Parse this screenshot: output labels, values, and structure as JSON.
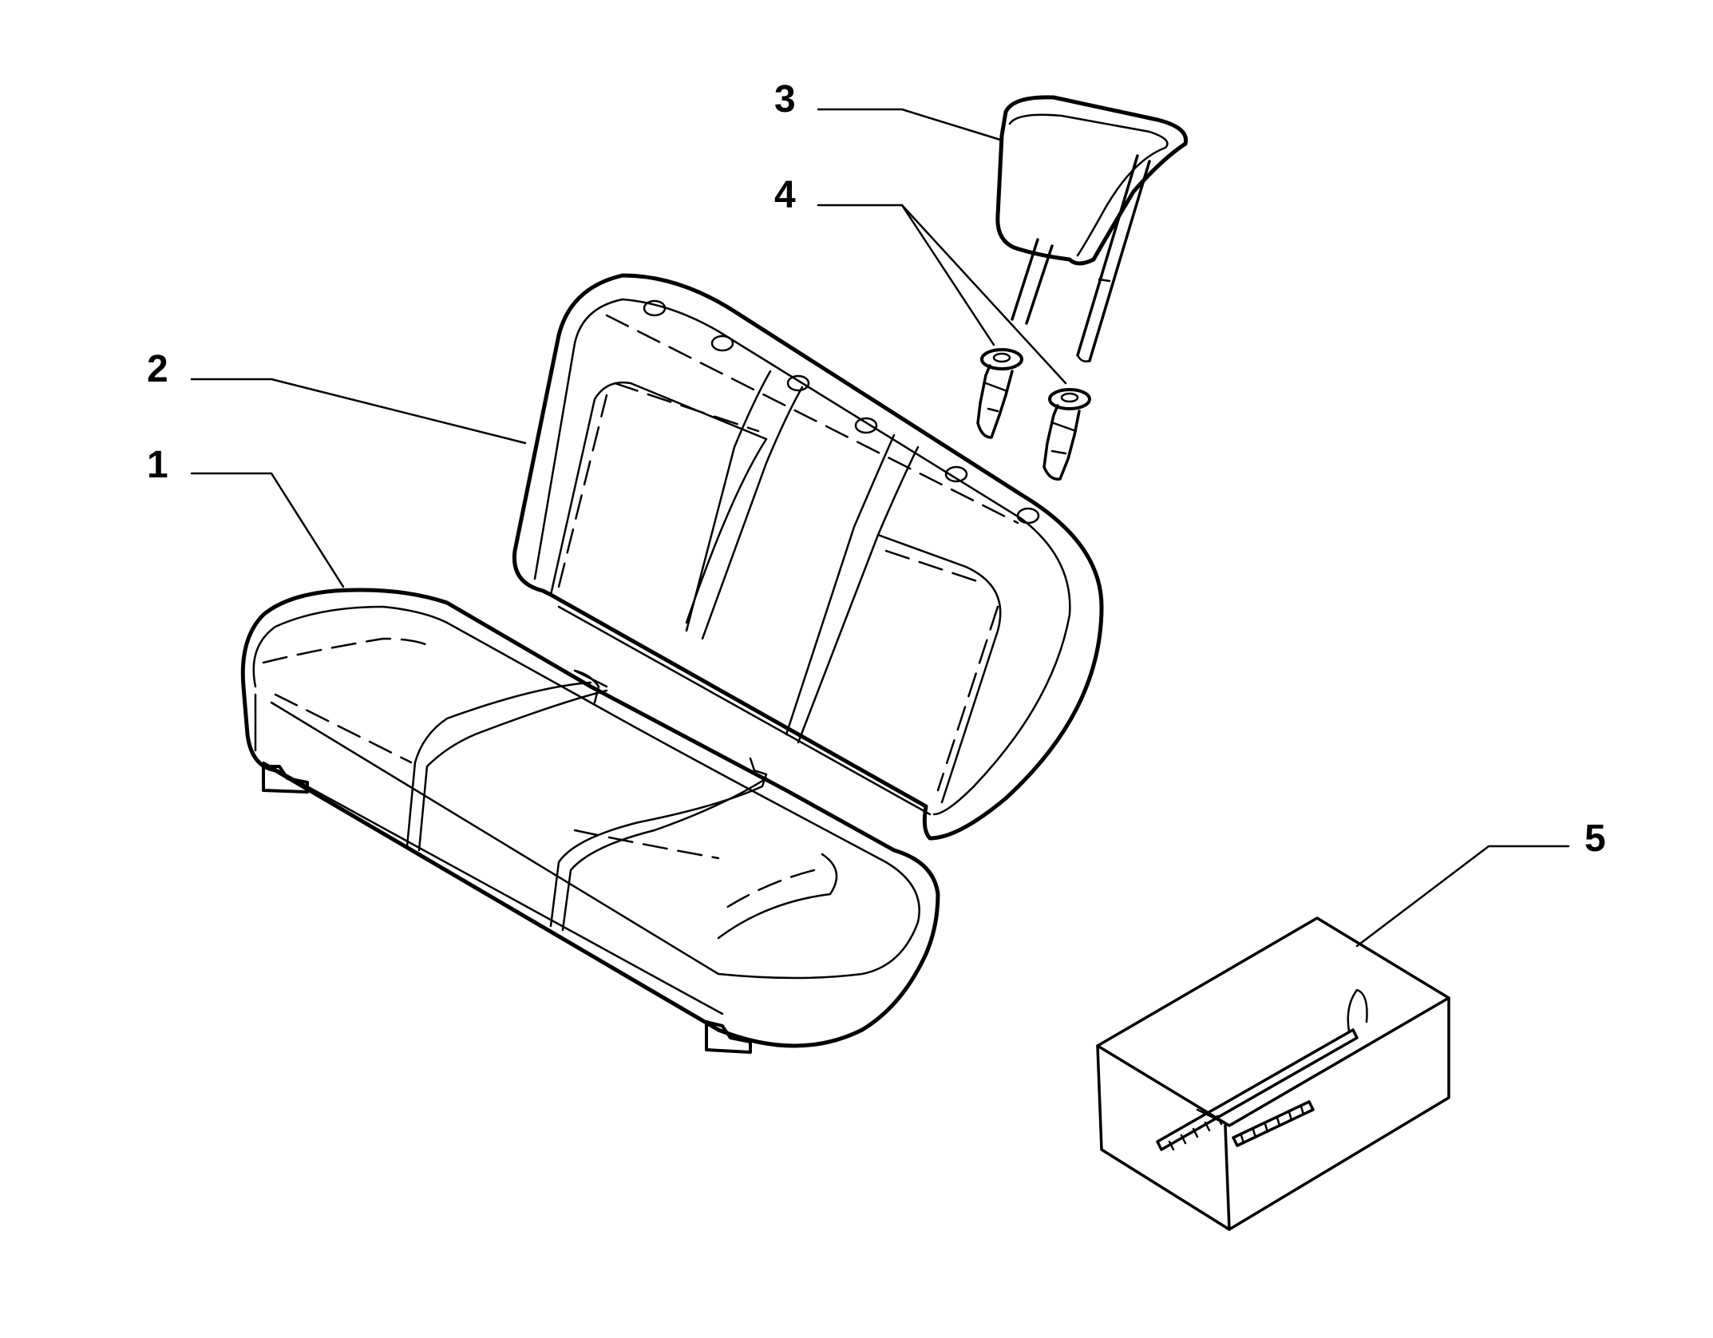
{
  "callouts": [
    {
      "id": "1",
      "label": "1",
      "part": "seat-cushion"
    },
    {
      "id": "2",
      "label": "2",
      "part": "seat-backrest"
    },
    {
      "id": "3",
      "label": "3",
      "part": "headrest"
    },
    {
      "id": "4",
      "label": "4",
      "part": "headrest-guides"
    },
    {
      "id": "5",
      "label": "5",
      "part": "parts-kit-box"
    }
  ],
  "colors": {
    "line": "#000000",
    "background": "#ffffff"
  }
}
